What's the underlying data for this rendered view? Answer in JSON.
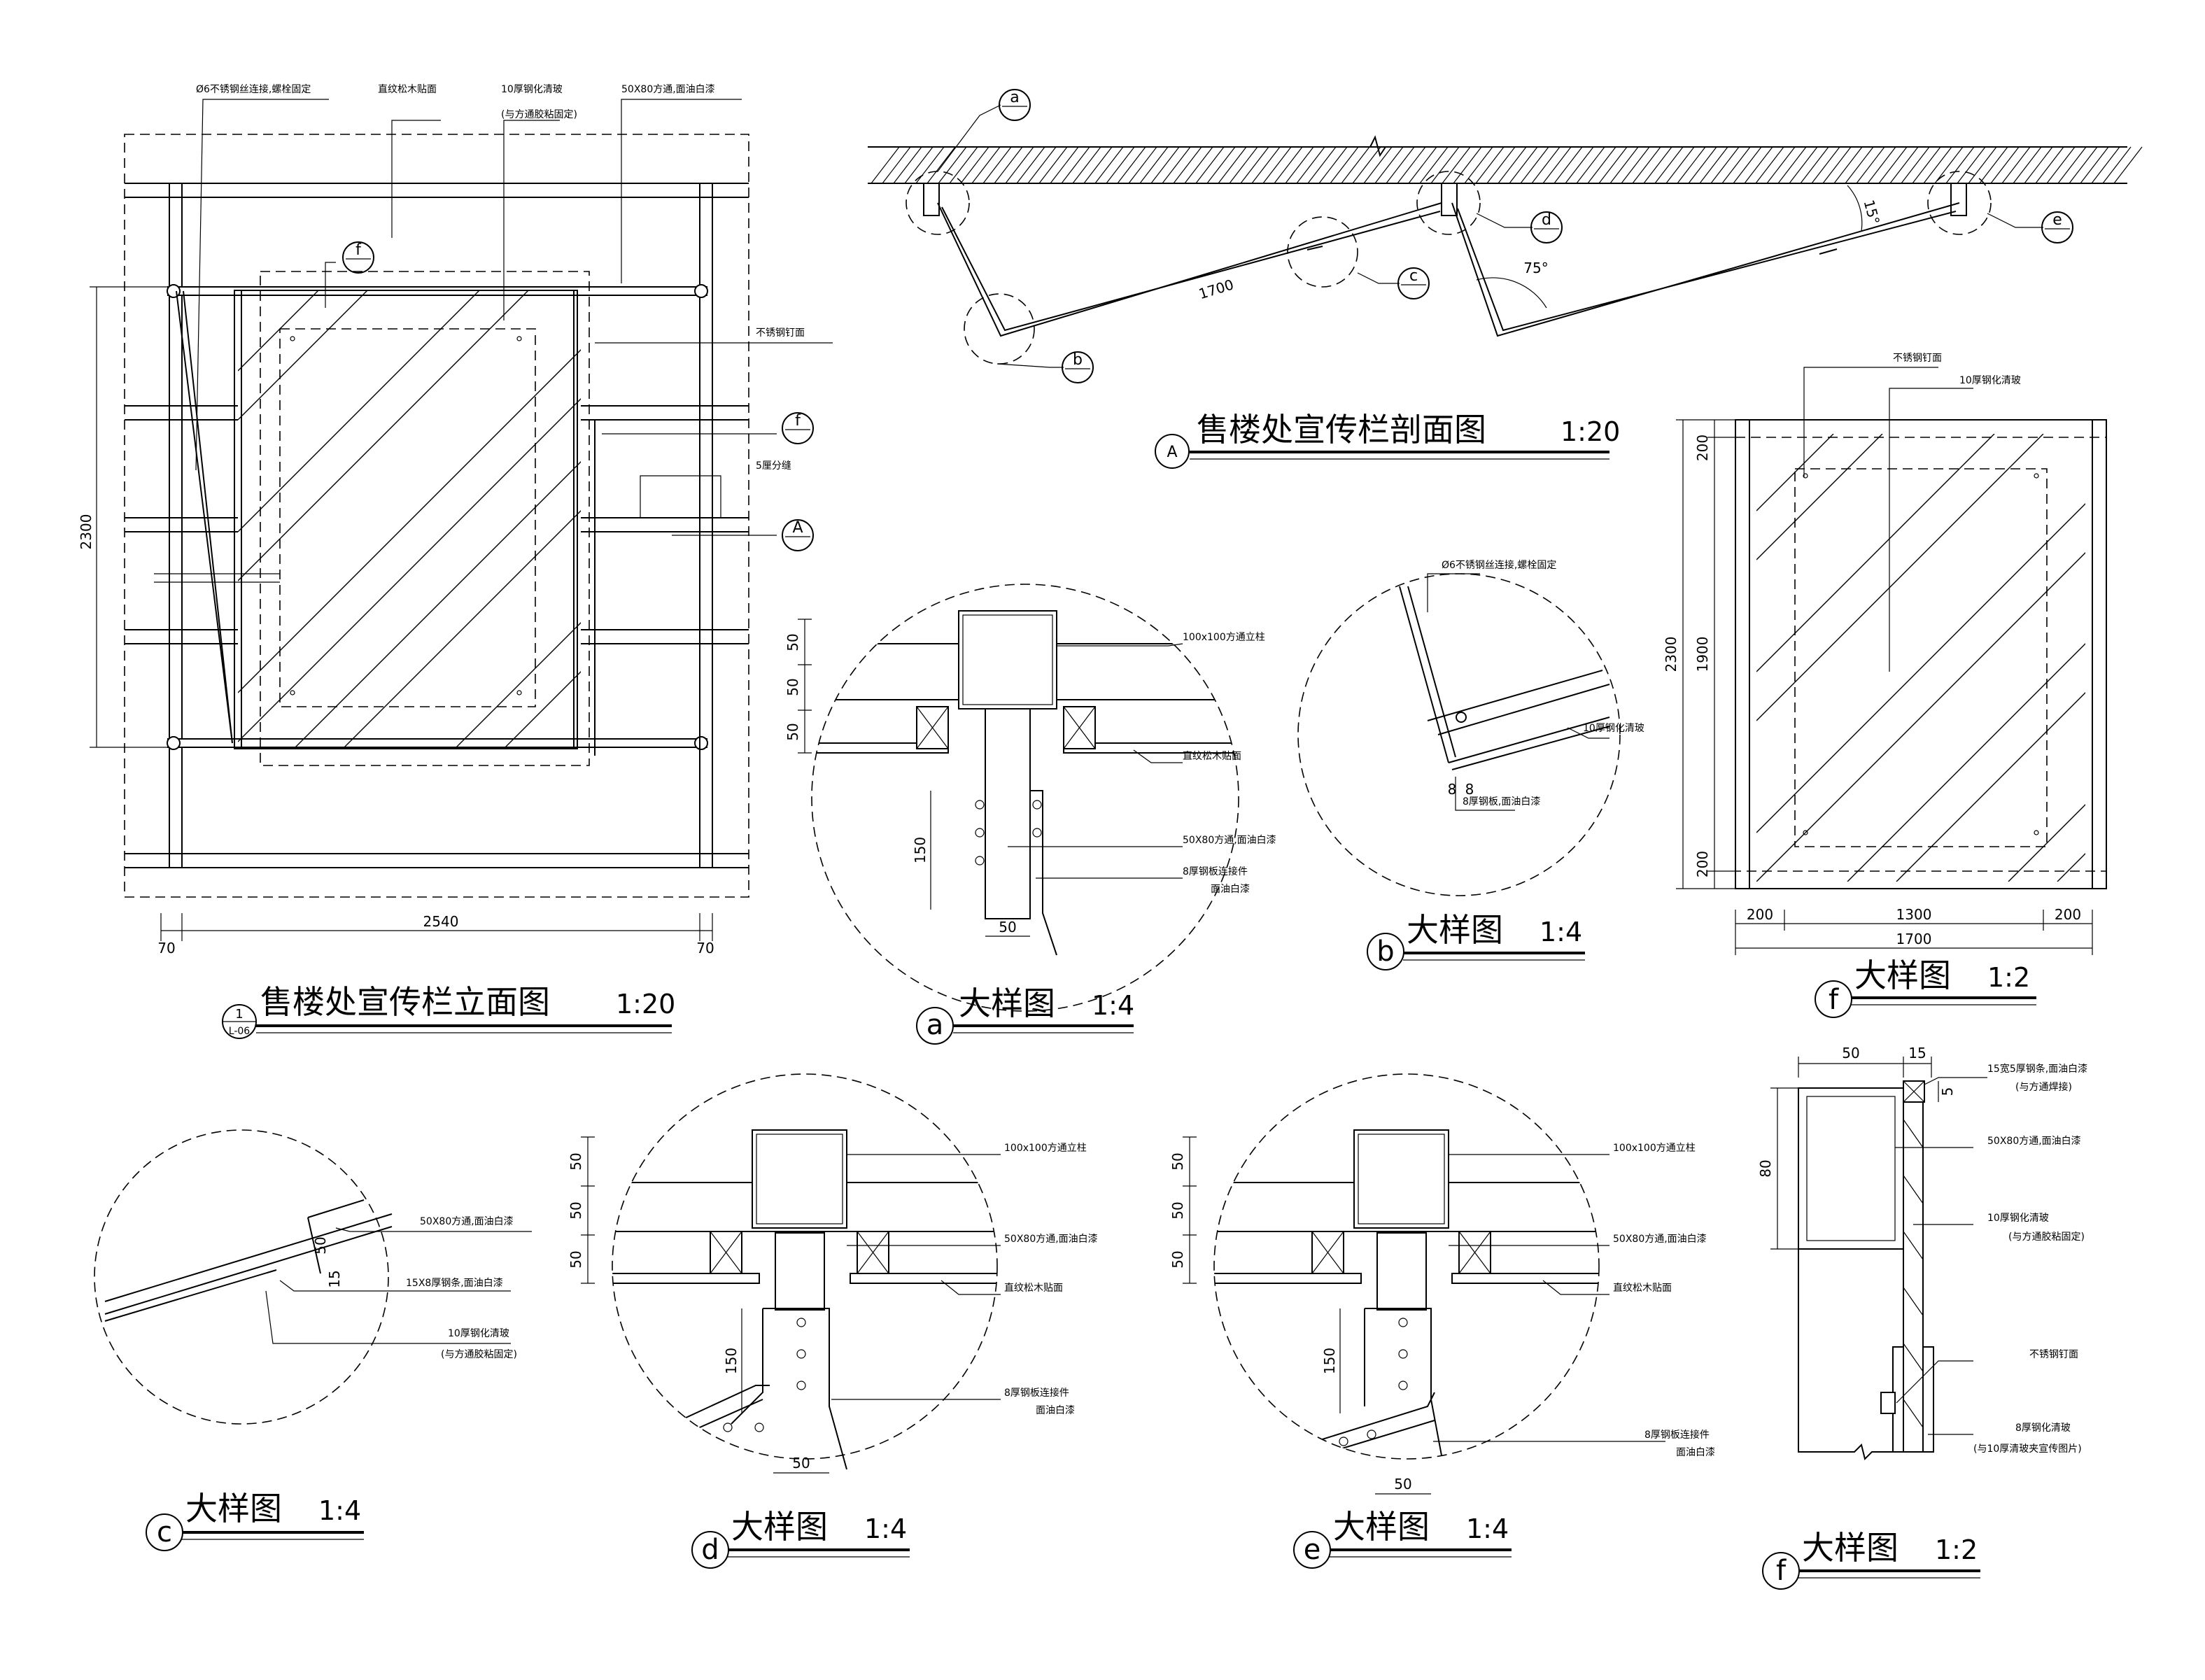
{
  "elevation": {
    "title": "售楼处宣传栏立面图",
    "scale": "1:20",
    "bubble_top": "1",
    "bubble_bottom": "L-06",
    "notes": {
      "rod": "Ø6不锈钢丝连接,螺栓固定",
      "wood": "直纹松木贴面",
      "glass": "10厚钢化清玻",
      "glass_sub": "(与方通胶粘固定)",
      "tube": "50X80方通,面油白漆",
      "nail": "不锈钢钉面",
      "gap": "5厘分缝"
    },
    "dims": {
      "height": "2300",
      "width": "2540",
      "left": "70",
      "right": "70"
    },
    "callouts": {
      "f1": "f",
      "f2": "f",
      "A": "A"
    }
  },
  "section": {
    "title": "售楼处宣传栏剖面图",
    "scale": "1:20",
    "bubble": "A",
    "dim_1700": "1700",
    "angle_75": "75°",
    "angle_15": "15°",
    "callouts": {
      "a": "a",
      "b": "b",
      "c": "c",
      "d": "d",
      "e": "e"
    }
  },
  "detail_a": {
    "title": "大样图",
    "scale": "1:4",
    "bubble": "a",
    "notes": {
      "post": "100x100方通立柱",
      "wood": "直纹松木贴面",
      "tube": "50X80方通,面油白漆",
      "plate": "8厚钢板连接件",
      "plate_sub": "面油白漆"
    },
    "dims": {
      "d1": "50",
      "d2": "50",
      "d3": "50",
      "d4": "150",
      "d5": "50"
    }
  },
  "detail_b": {
    "title": "大样图",
    "scale": "1:4",
    "bubble": "b",
    "notes": {
      "rod": "Ø6不锈钢丝连接,螺栓固定",
      "glass": "10厚钢化清玻",
      "plate": "8厚钢板,面油白漆"
    },
    "dims": {
      "d1": "8",
      "d2": "8"
    }
  },
  "detail_f_top": {
    "title": "大样图",
    "scale": "1:2",
    "bubble": "f",
    "notes": {
      "nail": "不锈钢钉面",
      "glass": "10厚钢化清玻"
    },
    "dims": {
      "h_total": "2300",
      "h_mid": "1900",
      "h_top": "200",
      "h_bot": "200",
      "w_left": "200",
      "w_mid": "1300",
      "w_right": "200",
      "w_total": "1700"
    }
  },
  "detail_c": {
    "title": "大样图",
    "scale": "1:4",
    "bubble": "c",
    "notes": {
      "tube": "50X80方通,面油白漆",
      "flat": "15X8厚钢条,面油白漆",
      "glass": "10厚钢化清玻",
      "glass_sub": "(与方通胶粘固定)"
    },
    "dims": {
      "d1": "50",
      "d2": "15"
    }
  },
  "detail_d": {
    "title": "大样图",
    "scale": "1:4",
    "bubble": "d",
    "notes": {
      "post": "100x100方通立柱",
      "tube": "50X80方通,面油白漆",
      "wood": "直纹松木贴面",
      "plate": "8厚钢板连接件",
      "plate_sub": "面油白漆"
    },
    "dims": {
      "d1": "50",
      "d2": "50",
      "d3": "50",
      "d4": "150",
      "d5": "50"
    }
  },
  "detail_e": {
    "title": "大样图",
    "scale": "1:4",
    "bubble": "e",
    "notes": {
      "post": "100x100方通立柱",
      "tube": "50X80方通,面油白漆",
      "wood": "直纹松木贴面",
      "plate": "8厚钢板连接件",
      "plate_sub": "面油白漆"
    },
    "dims": {
      "d1": "50",
      "d2": "50",
      "d3": "50",
      "d4": "150",
      "d5": "50"
    }
  },
  "detail_f_bottom": {
    "title": "大样图",
    "scale": "1:2",
    "bubble": "f",
    "notes": {
      "flat": "15宽5厚钢条,面油白漆",
      "flat_sub": "(与方通焊接)",
      "tube": "50X80方通,面油白漆",
      "glass": "10厚钢化清玻",
      "glass_sub": "(与方通胶粘固定)",
      "nail": "不锈钢钉面",
      "plate": "8厚钢化清玻",
      "plate_sub": "(与10厚清玻夹宣传图片)"
    },
    "dims": {
      "w1": "50",
      "w2": "15",
      "h1": "80",
      "h2": "5"
    }
  }
}
